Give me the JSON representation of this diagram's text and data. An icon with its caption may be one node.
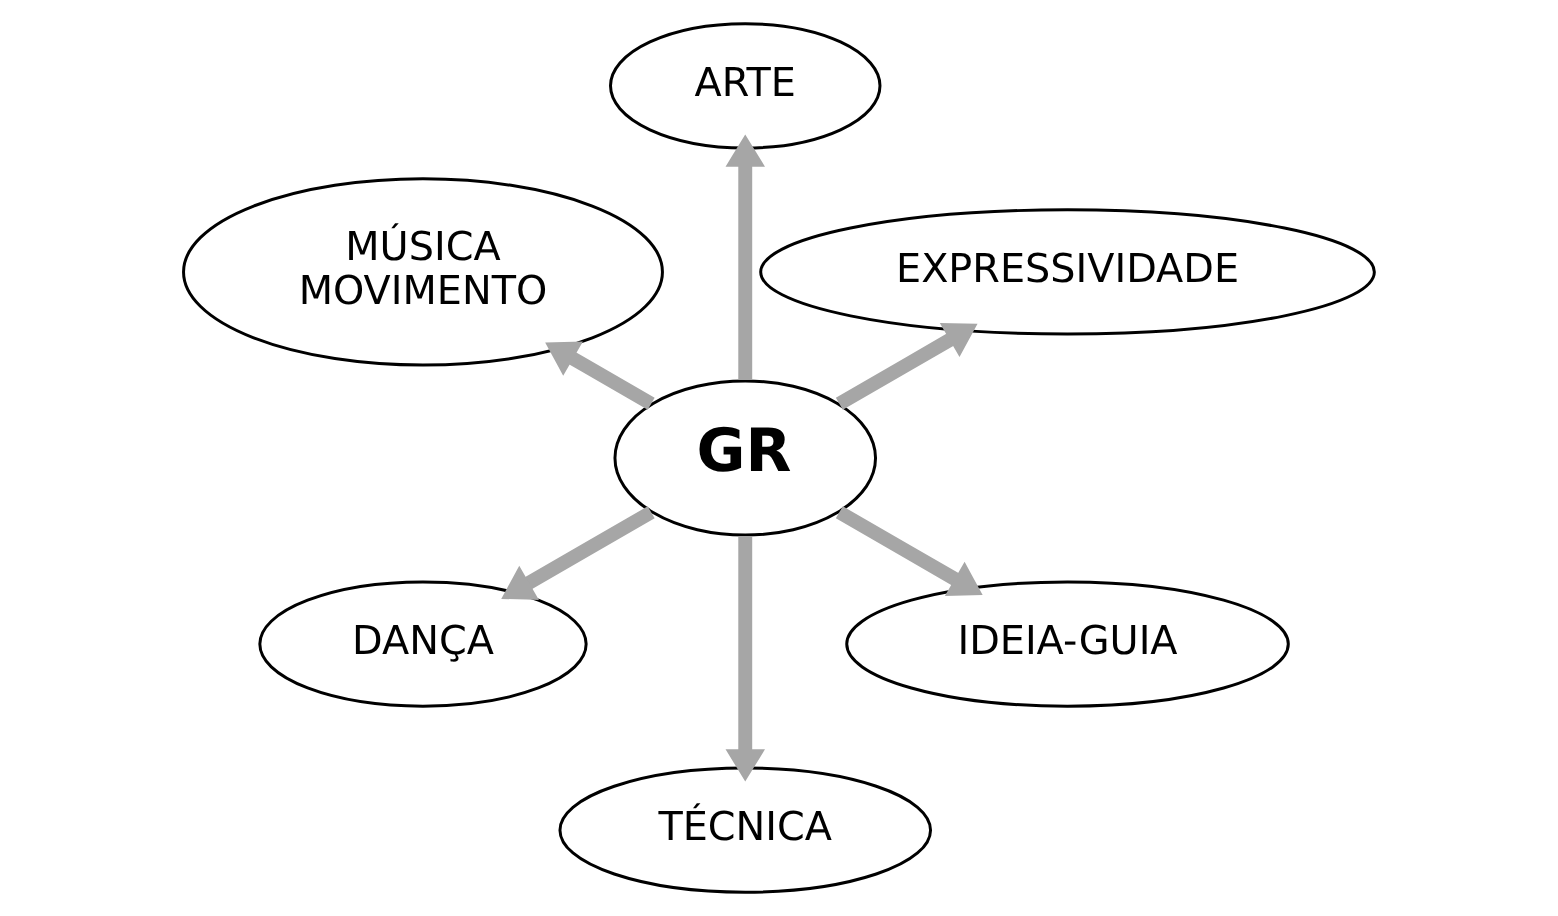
{
  "diagram": {
    "nodes": [
      {
        "text": [
          "EXPRESSIVIDADE"
        ]
      },
      {
        "text": [
          "IDEIA-GUIA"
        ]
      },
      {
        "text": [
          "ARTE"
        ]
      },
      {
        "text": [
          "GR"
        ]
      },
      {
        "text": [
          "MÚSICA MOVIMENTO"
        ]
      },
      {
        "text": [
          "TÉCNICA"
        ]
      },
      {
        "text": [
          "DANÇA"
        ]
      }
    ],
    "edges": [
      {
        "from": 3,
        "to": 0,
        "arrow": "to"
      },
      {
        "from": 3,
        "to": 1,
        "arrow": "to"
      },
      {
        "from": 3,
        "to": 2,
        "arrow": "to"
      },
      {
        "from": 3,
        "to": 4,
        "arrow": "to"
      },
      {
        "from": 3,
        "to": 5,
        "arrow": "to"
      },
      {
        "from": 3,
        "to": 6,
        "arrow": "to"
      }
    ]
  }
}
